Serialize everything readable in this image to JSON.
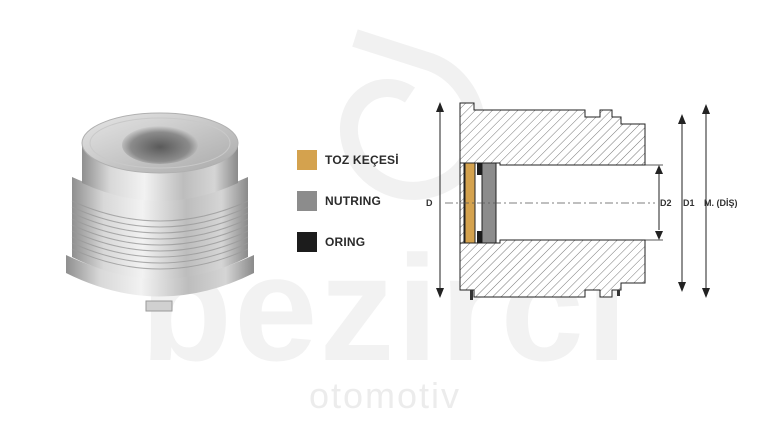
{
  "legend": {
    "items": [
      {
        "label": "TOZ KEÇESİ",
        "color": "#d4a24e"
      },
      {
        "label": "NUTRING",
        "color": "#8c8c8c"
      },
      {
        "label": "ORING",
        "color": "#1c1c1c"
      }
    ]
  },
  "dimensions": {
    "d": "D",
    "d2": "D2",
    "d1": "D1",
    "m_dis": "M. (DİŞ)"
  },
  "watermark": {
    "brand": "bezirci",
    "subtitle": "otomotiv"
  },
  "icons": {
    "logo": "bezirci-logo-icon",
    "product": "threaded-cylinder-head-photo"
  }
}
